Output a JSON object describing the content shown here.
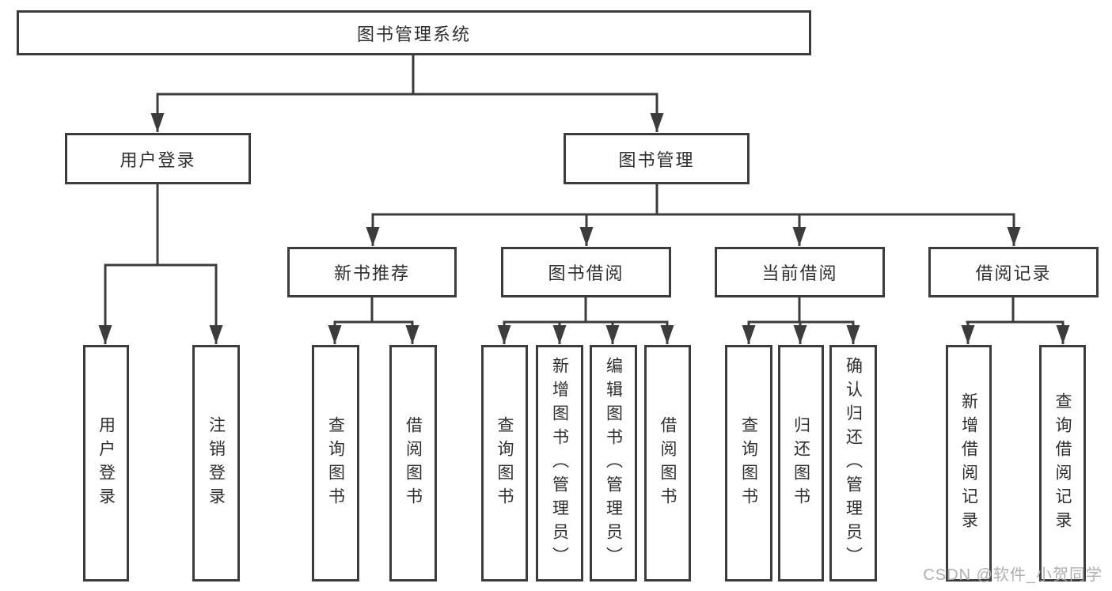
{
  "diagram": {
    "type": "hierarchy-diagram",
    "title": "图书管理系统",
    "colors": {
      "line": "#3c3c3c",
      "box_border": "#3c3c3c",
      "text": "#2f2f2f",
      "background": "#ffffff",
      "watermark": "#a8a8a8"
    },
    "hierarchy": {
      "图书管理系统": {
        "用户登录": [
          "用户登录",
          "注销登录"
        ],
        "图书管理": {
          "新书推荐": [
            "查询图书",
            "借阅图书"
          ],
          "图书借阅": [
            "查询图书",
            "新增图书（管理员）",
            "编辑图书（管理员）",
            "借阅图书"
          ],
          "当前借阅": [
            "查询图书",
            "归还图书",
            "确认归还（管理员）"
          ],
          "借阅记录": [
            "新增借阅记录",
            "查询借阅记录"
          ]
        }
      }
    }
  },
  "nodes": {
    "root": "图书管理系统",
    "user_login": "用户登录",
    "book_mgmt": "图书管理",
    "new_book_rec": "新书推荐",
    "book_borrow": "图书借阅",
    "current_borrow": "当前借阅",
    "borrow_record": "借阅记录",
    "leaf_user_login": "用户登录",
    "leaf_logout": "注销登录",
    "leaf_nbr_query": "查询图书",
    "leaf_nbr_borrow": "借阅图书",
    "leaf_bb_query": "查询图书",
    "leaf_bb_add": "新增图书（管理员）",
    "leaf_bb_edit": "编辑图书（管理员）",
    "leaf_bb_borrow": "借阅图书",
    "leaf_cb_query": "查询图书",
    "leaf_cb_return": "归还图书",
    "leaf_cb_confirm": "确认归还（管理员）",
    "leaf_br_add": "新增借阅记录",
    "leaf_br_query": "查询借阅记录"
  },
  "watermark": "CSDN @软件_小贺同学"
}
